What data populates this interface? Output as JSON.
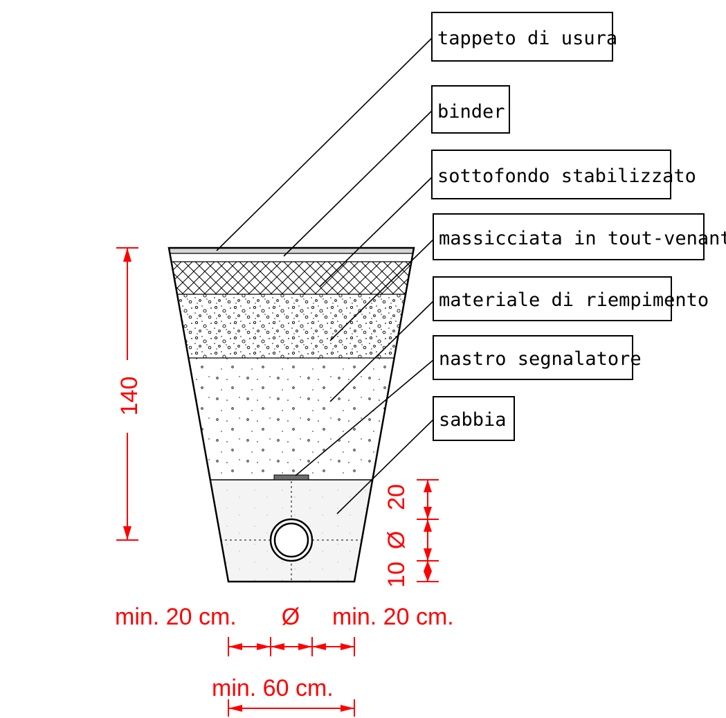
{
  "layers": [
    {
      "id": "tappeto",
      "label": "tappeto di usura"
    },
    {
      "id": "binder",
      "label": "binder"
    },
    {
      "id": "sottofondo",
      "label": "sottofondo stabilizzato"
    },
    {
      "id": "massicciata",
      "label": "massicciata in tout-venant"
    },
    {
      "id": "riempimento",
      "label": "materiale di riempimento"
    },
    {
      "id": "nastro",
      "label": "nastro segnalatore"
    },
    {
      "id": "sabbia",
      "label": "sabbia"
    }
  ],
  "dimensions": {
    "total_depth": "140",
    "upper_offset": "20",
    "pipe_diameter": "Ø",
    "lower_offset": "10",
    "left_min": "min. 20 cm.",
    "center_pipe": "Ø",
    "right_min": "min. 20 cm.",
    "bottom_width": "min. 60 cm."
  },
  "colors": {
    "line": "#000000",
    "dimension": "#ff0000",
    "sand_fill": "#f4f4f4",
    "tape_fill": "#6e6e6e",
    "surface_fill": "#d6d6d6"
  }
}
